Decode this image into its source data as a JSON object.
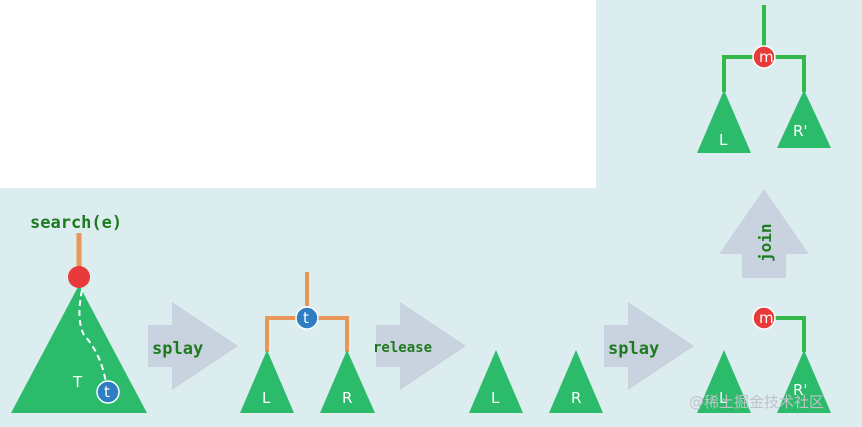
{
  "diagram": {
    "operation_label": "search(e)",
    "steps": {
      "splay_1": "splay",
      "release": "release",
      "splay_2": "splay",
      "join": "join"
    },
    "nodes": {
      "root_tree": "T",
      "target": "t",
      "left": "L",
      "right": "R",
      "right_prime": "R'",
      "min_node": "m"
    },
    "colors": {
      "background": "#dcedf0",
      "tree_green": "#2bbb6b",
      "edge_orange": "#e8965a",
      "edge_green": "#35b84a",
      "node_red": "#e83a3a",
      "node_blue": "#2f7ec1",
      "arrow_gray": "#c9d2df",
      "text_green": "#1e7a1e"
    }
  },
  "watermark": "@稀土掘金技术社区"
}
